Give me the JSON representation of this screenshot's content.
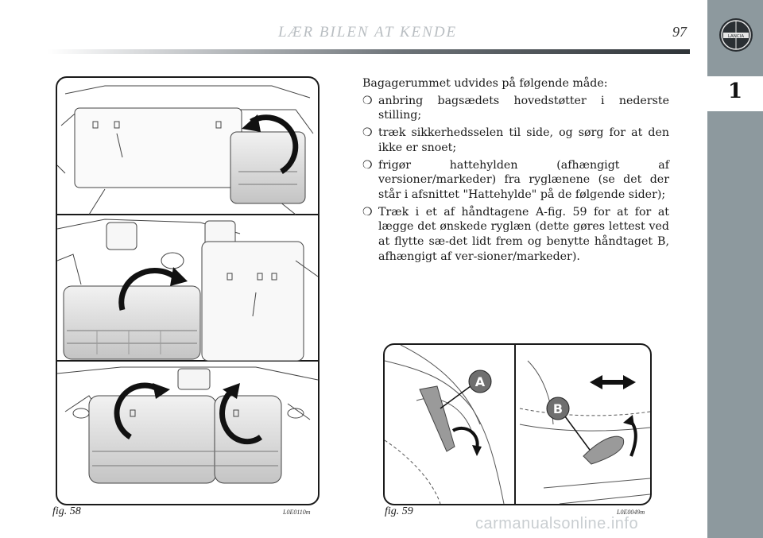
{
  "header": {
    "title": "LÆR BILEN AT KENDE",
    "page_number": "97"
  },
  "side_tab": {
    "chapter": "1",
    "logo_text": "LANCIA"
  },
  "body": {
    "intro": "Bagagerummet udvides på følgende måde:",
    "bullet_symbol": "❍",
    "bullets": [
      "anbring bagsædets hovedstøtter i nederste stilling;",
      "træk sikkerhedsselen til side, og sørg for at den ikke er snoet;",
      "frigør hattehylden (afhængigt af versioner/markeder) fra ryglænene (se det der står i afsnittet \"Hattehylde\" på de følgende sider);",
      "Træk i et af håndtagene A-fig. 59 for at for at lægge det ønskede ryglæn (dette gøres lettest ved at flytte sæ-det lidt frem og benytte håndtaget B, afhængigt af ver-sioner/markeder)."
    ]
  },
  "figures": [
    {
      "caption": "fig. 58",
      "code": "L0E0110m"
    },
    {
      "caption": "fig. 59",
      "code": "L0E0049m",
      "callouts": [
        "A",
        "B"
      ]
    }
  ],
  "watermark": "carmanualsonline.info"
}
